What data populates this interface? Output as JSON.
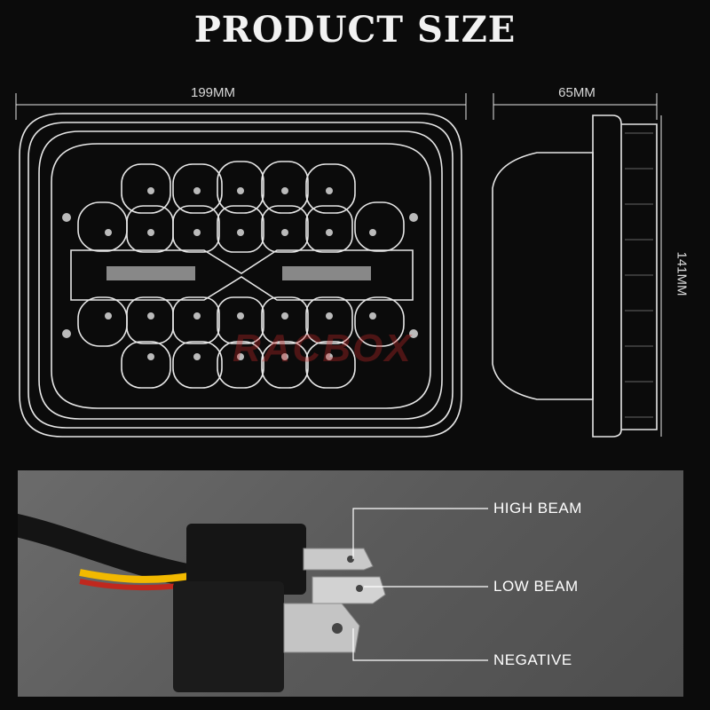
{
  "title": "PRODUCT SIZE",
  "dimensions": {
    "width": "199MM",
    "depth": "65MM",
    "height": "141MM"
  },
  "watermark": "RACBOX",
  "connector_labels": {
    "high_beam": "HIGH BEAM",
    "low_beam": "LOW BEAM",
    "negative": "NEGATIVE"
  },
  "colors": {
    "background": "#0b0b0b",
    "line": "#e6e6e6",
    "photo_bg": "#5e5e5e",
    "wire_yellow": "#f2b900",
    "wire_red": "#c0281e"
  }
}
